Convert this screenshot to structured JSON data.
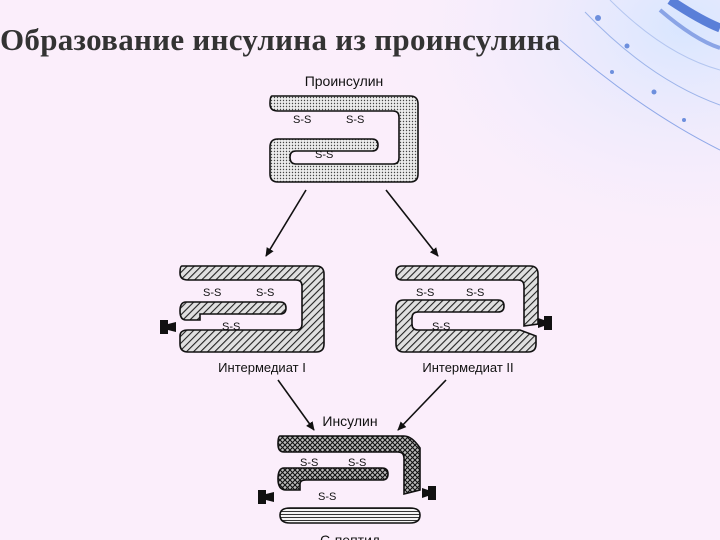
{
  "slide": {
    "title": "Образование инсулина из проинсулина",
    "background_color": "#fbeefb",
    "accent_color": "#5a7fd8"
  },
  "diagram": {
    "proinsulin_label": "Проинсулин",
    "intermediate_1_label": "Интермедиат I",
    "intermediate_2_label": "Интермедиат II",
    "insulin_label": "Инсулин",
    "c_peptide_label": "С-пептид",
    "disulfide_bond_label": "S-S"
  }
}
